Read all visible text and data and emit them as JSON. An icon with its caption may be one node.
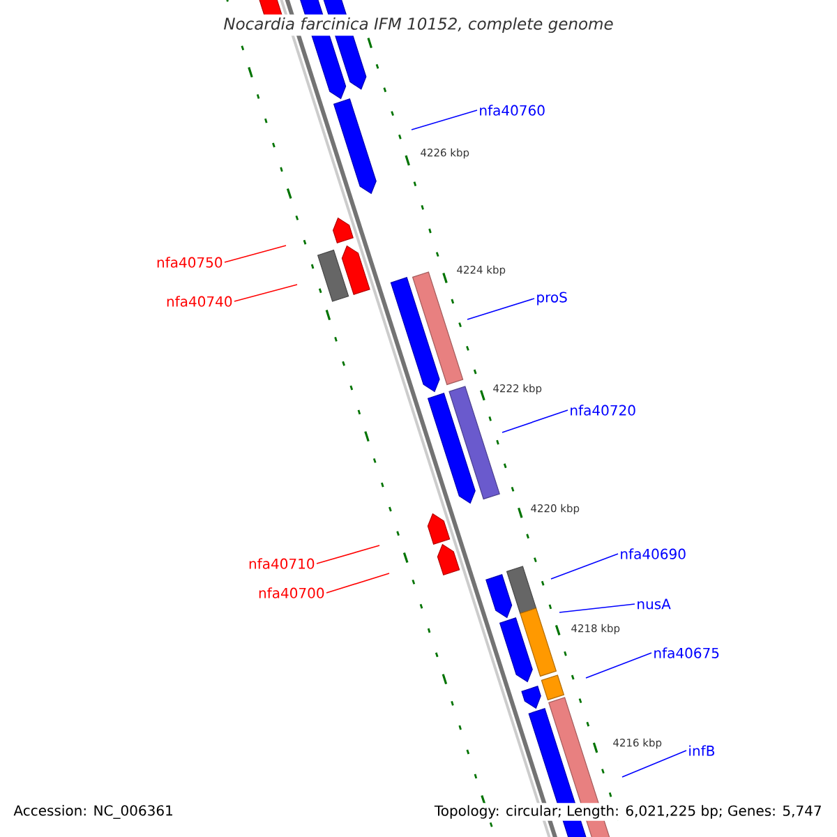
{
  "diagram": {
    "title": "Nocardia farcinica IFM 10152, complete genome",
    "nodes": [
      {
        "text": [
          "nfa40760"
        ]
      },
      {
        "text": [
          "nfa40750"
        ]
      },
      {
        "text": [
          "nfa40740"
        ]
      },
      {
        "text": [
          "proS"
        ]
      },
      {
        "text": [
          "nfa40720"
        ]
      },
      {
        "text": [
          "nfa40710"
        ]
      },
      {
        "text": [
          "nfa40700"
        ]
      },
      {
        "text": [
          "nfa40690"
        ]
      },
      {
        "text": [
          "nusA"
        ]
      },
      {
        "text": [
          "nfa40675"
        ]
      },
      {
        "text": [
          "infB"
        ]
      }
    ],
    "edges": [
      {
        "from": 0,
        "to": null,
        "arrow": "none"
      },
      {
        "from": 1,
        "to": null,
        "arrow": "none",
        "color": "#ff0000"
      },
      {
        "from": 2,
        "to": null,
        "arrow": "none",
        "color": "#ff0000"
      },
      {
        "from": 3,
        "to": null,
        "arrow": "none"
      },
      {
        "from": 4,
        "to": null,
        "arrow": "none"
      },
      {
        "from": 5,
        "to": null,
        "arrow": "none",
        "color": "#ff0000"
      },
      {
        "from": 6,
        "to": null,
        "arrow": "none",
        "color": "#ff0000"
      },
      {
        "from": 7,
        "to": null,
        "arrow": "none"
      },
      {
        "from": 8,
        "to": null,
        "arrow": "none"
      },
      {
        "from": 9,
        "to": null,
        "arrow": "none"
      },
      {
        "from": 10,
        "to": null,
        "arrow": "none"
      }
    ],
    "labels": [
      "4226 kbp",
      "4224 kbp",
      "4222 kbp",
      "4220 kbp",
      "4218 kbp",
      "4216 kbp",
      "Accession: NC_006361",
      "Topology: circular; Length: 6,021,225 bp; Genes: 5,747"
    ]
  }
}
